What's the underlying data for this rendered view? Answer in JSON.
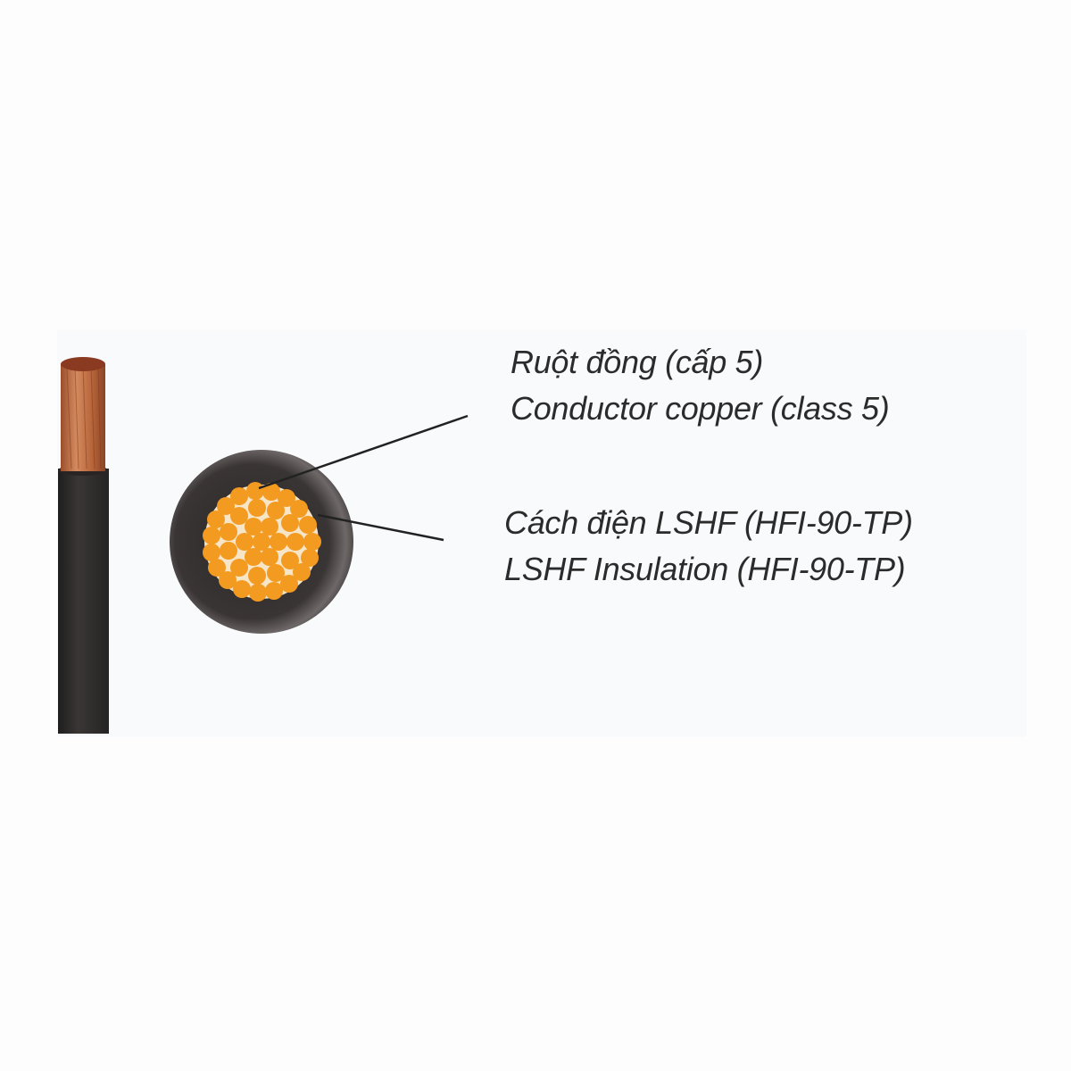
{
  "diagram": {
    "subject": "Single-core cable cross-section",
    "colors": {
      "background": "#f9fafb",
      "insulation": "#2e2b2b",
      "copper_strand": "#f39a21",
      "copper_wire": "#b8653a",
      "leader_line": "#222222",
      "text": "#2b2b2b"
    },
    "callouts": [
      {
        "id": "conductor",
        "line_vi": "Ruột đồng (cấp 5)",
        "line_en": "Conductor copper (class 5)"
      },
      {
        "id": "insulation",
        "line_vi": "Cách điện LSHF (HFI-90-TP)",
        "line_en": "LSHF Insulation (HFI-90-TP)"
      }
    ]
  }
}
